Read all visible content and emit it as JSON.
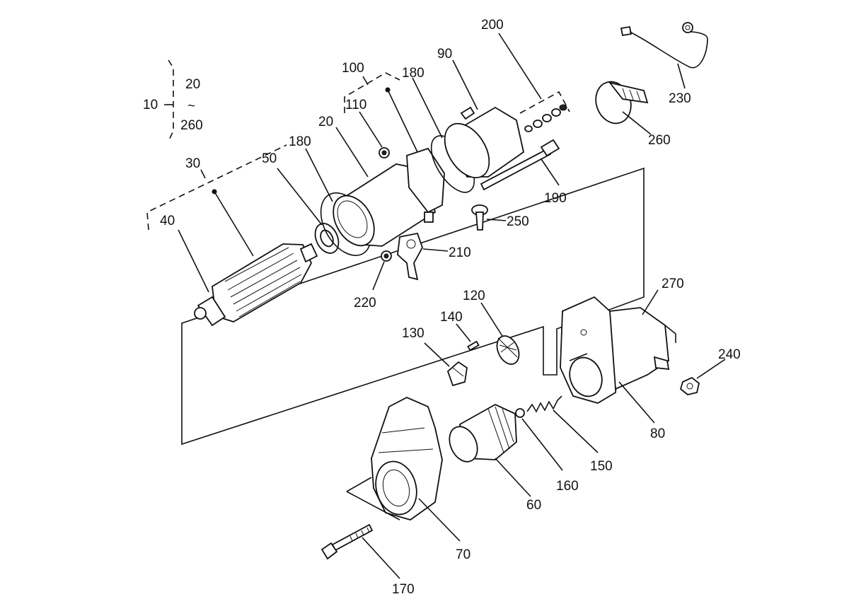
{
  "diagram": {
    "range_group": {
      "label": "10",
      "from": "20",
      "tilde": "~",
      "to": "260"
    },
    "labels": {
      "p20": "20",
      "p30": "30",
      "p40": "40",
      "p50": "50",
      "p60": "60",
      "p70": "70",
      "p80": "80",
      "p90": "90",
      "p100": "100",
      "p110": "110",
      "p120": "120",
      "p130": "130",
      "p140": "140",
      "p150": "150",
      "p160": "160",
      "p170": "170",
      "p180a": "180",
      "p180b": "180",
      "p190": "190",
      "p200": "200",
      "p210": "210",
      "p220": "220",
      "p230": "230",
      "p240": "240",
      "p250": "250",
      "p260": "260",
      "p270": "270"
    }
  }
}
